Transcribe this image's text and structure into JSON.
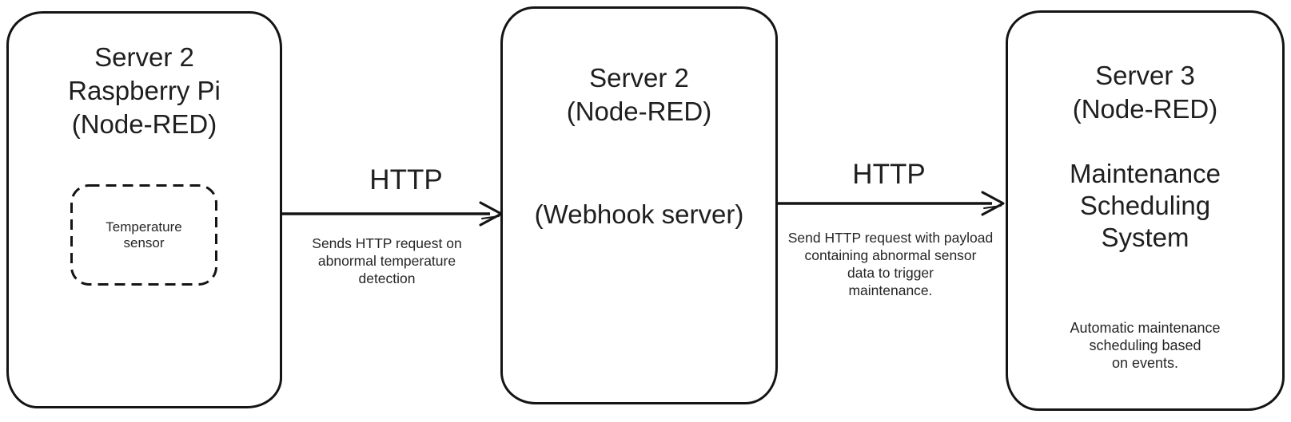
{
  "diagram": {
    "colors": {
      "background": "#ffffff",
      "stroke": "#141414",
      "text": "#1f1f1f"
    },
    "nodes": [
      {
        "id": "server2-raspberry-pi",
        "title_lines": [
          "Server 2",
          "Raspberry Pi",
          "(Node-RED)"
        ],
        "sensor": {
          "label_lines": [
            "Temperature",
            "sensor"
          ]
        }
      },
      {
        "id": "server2-webhook",
        "title_lines": [
          "Server 2",
          "(Node-RED)"
        ],
        "subtitle": "(Webhook server)"
      },
      {
        "id": "server3-maintenance",
        "title_lines": [
          "Server 3",
          "(Node-RED)"
        ],
        "system_lines": [
          "Maintenance",
          "Scheduling",
          "System"
        ],
        "caption_lines": [
          "Automatic maintenance",
          "scheduling based",
          "on events."
        ]
      }
    ],
    "edges": [
      {
        "id": "edge-pi-to-webhook",
        "protocol_label": "HTTP",
        "description_lines": [
          "Sends HTTP request on",
          "abnormal temperature",
          "detection"
        ]
      },
      {
        "id": "edge-webhook-to-maintenance",
        "protocol_label": "HTTP",
        "description_lines": [
          "Send HTTP request with payload",
          "containing abnormal sensor",
          "data to trigger",
          "maintenance."
        ]
      }
    ]
  }
}
